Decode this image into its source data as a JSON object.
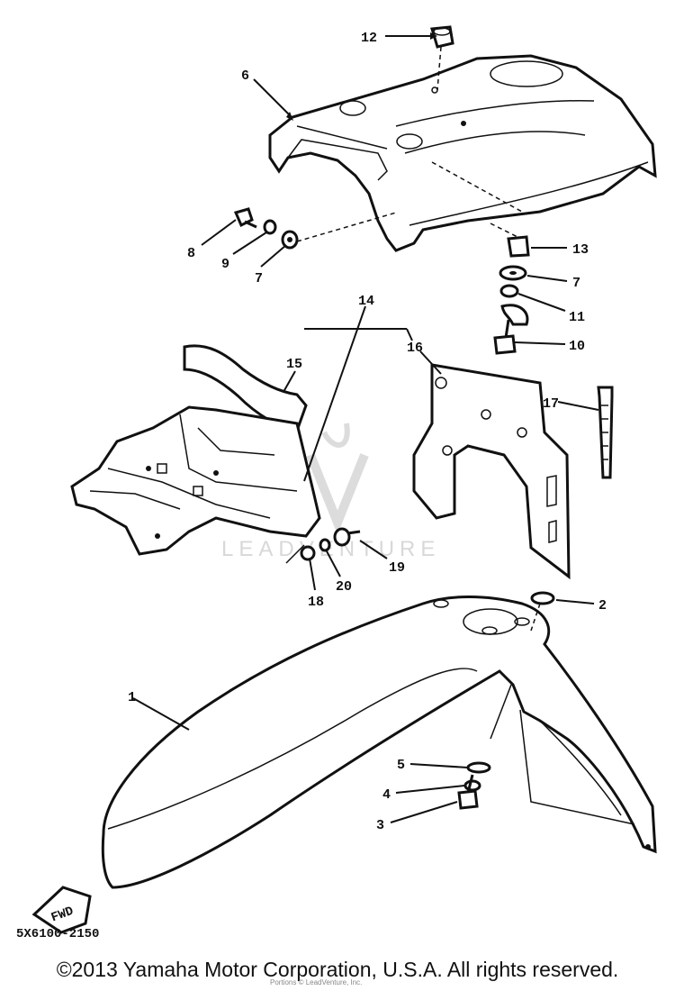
{
  "diagram": {
    "callouts": [
      {
        "id": "c1",
        "text": "1"
      },
      {
        "id": "c2",
        "text": "2"
      },
      {
        "id": "c3",
        "text": "3"
      },
      {
        "id": "c4",
        "text": "4"
      },
      {
        "id": "c5",
        "text": "5"
      },
      {
        "id": "c6",
        "text": "6"
      },
      {
        "id": "c7a",
        "text": "7"
      },
      {
        "id": "c7b",
        "text": "7"
      },
      {
        "id": "c8",
        "text": "8"
      },
      {
        "id": "c9",
        "text": "9"
      },
      {
        "id": "c10",
        "text": "10"
      },
      {
        "id": "c11",
        "text": "11"
      },
      {
        "id": "c12",
        "text": "12"
      },
      {
        "id": "c13",
        "text": "13"
      },
      {
        "id": "c14",
        "text": "14"
      },
      {
        "id": "c15",
        "text": "15"
      },
      {
        "id": "c16",
        "text": "16"
      },
      {
        "id": "c17",
        "text": "17"
      },
      {
        "id": "c18",
        "text": "18"
      },
      {
        "id": "c19",
        "text": "19"
      },
      {
        "id": "c20",
        "text": "20"
      }
    ],
    "fwd_label": "FWD",
    "diagram_code": "5X6100-2150",
    "watermark": "LEADVENTURE"
  },
  "footer": {
    "copyright": "©2013 Yamaha Motor Corporation, U.S.A. All rights reserved.",
    "small_notice": "Portions © LeadVenture, Inc."
  }
}
